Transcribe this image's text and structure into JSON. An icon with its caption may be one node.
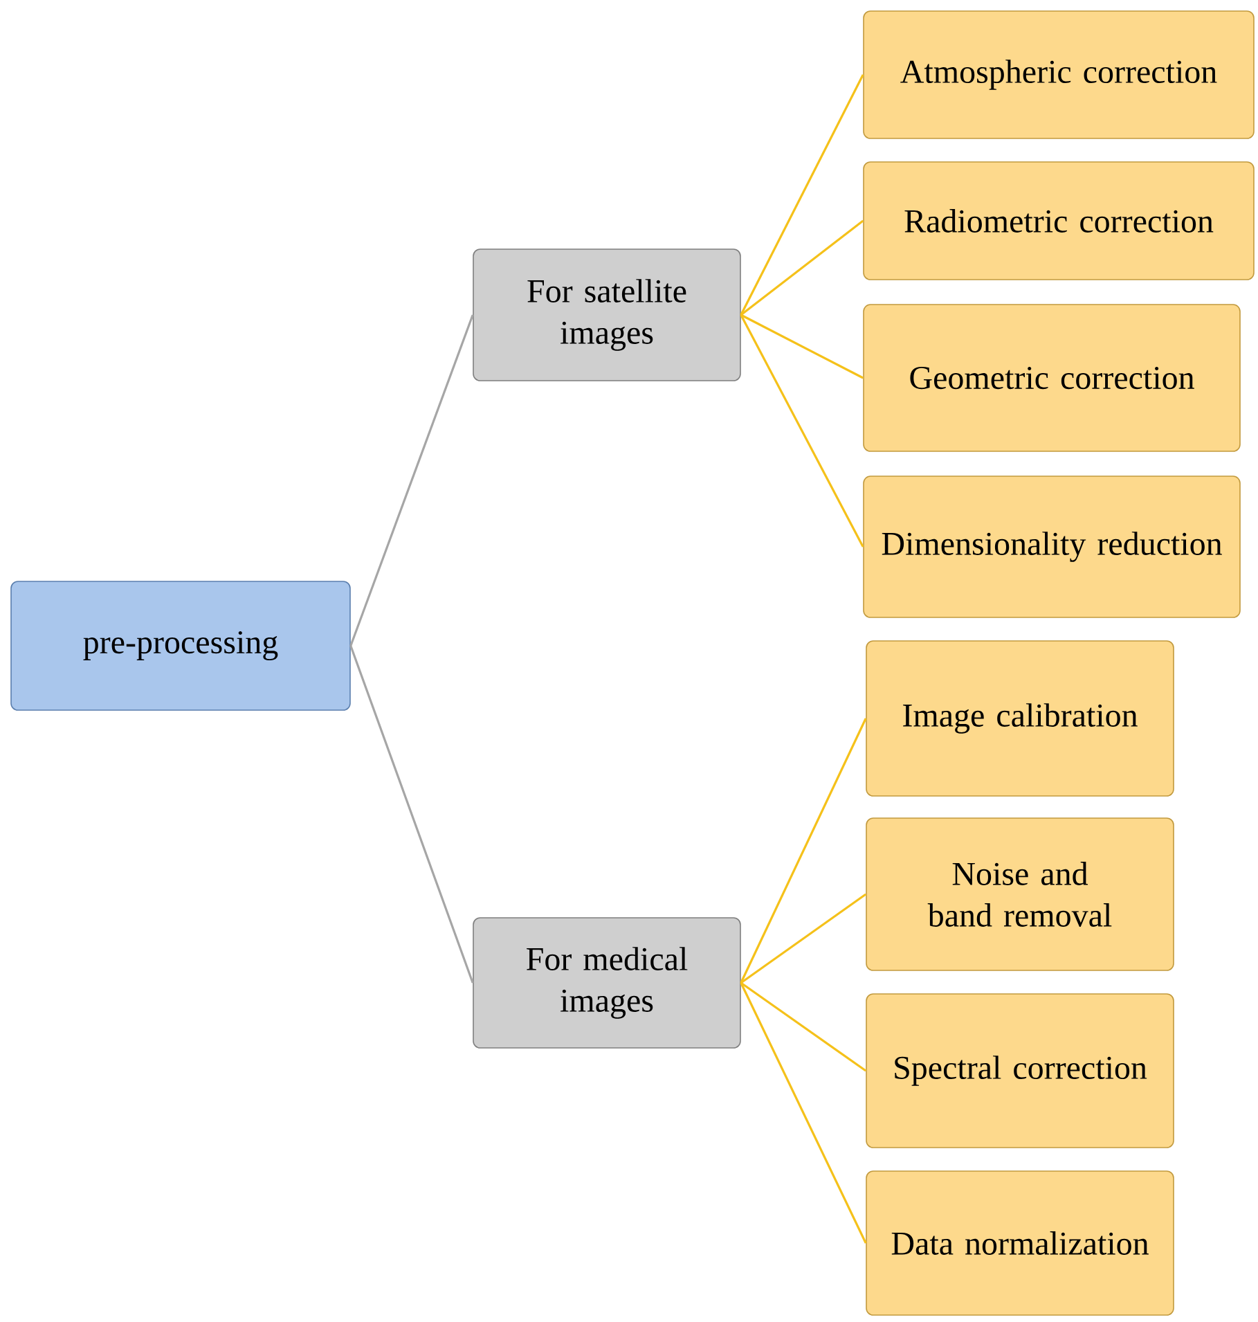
{
  "diagram": {
    "nodes": [
      {
        "text": [
          "pre-processing"
        ]
      },
      {
        "text": [
          "For satellite images"
        ]
      },
      {
        "text": [
          "For medical images"
        ]
      },
      {
        "text": [
          "Atmospheric correction"
        ]
      },
      {
        "text": [
          "Radiometric correction"
        ]
      },
      {
        "text": [
          "Geometric correction"
        ]
      },
      {
        "text": [
          "Dimensionality reduction"
        ]
      },
      {
        "text": [
          "Image calibration"
        ]
      },
      {
        "text": [
          "Noise and band removal"
        ]
      },
      {
        "text": [
          "Spectral correction"
        ]
      },
      {
        "text": [
          "Data normalization"
        ]
      }
    ],
    "edges": [
      {
        "from": 0,
        "to": 1,
        "arrow": "none",
        "color": "#a6a6a6"
      },
      {
        "from": 0,
        "to": 2,
        "arrow": "none",
        "color": "#a6a6a6"
      },
      {
        "from": 1,
        "to": 3,
        "arrow": "none"
      },
      {
        "from": 1,
        "to": 4,
        "arrow": "none"
      },
      {
        "from": 1,
        "to": 5,
        "arrow": "none"
      },
      {
        "from": 1,
        "to": 6,
        "arrow": "none"
      },
      {
        "from": 2,
        "to": 7,
        "arrow": "none"
      },
      {
        "from": 2,
        "to": 8,
        "arrow": "none"
      },
      {
        "from": 2,
        "to": 9,
        "arrow": "none"
      },
      {
        "from": 2,
        "to": 10,
        "arrow": "none"
      }
    ]
  }
}
